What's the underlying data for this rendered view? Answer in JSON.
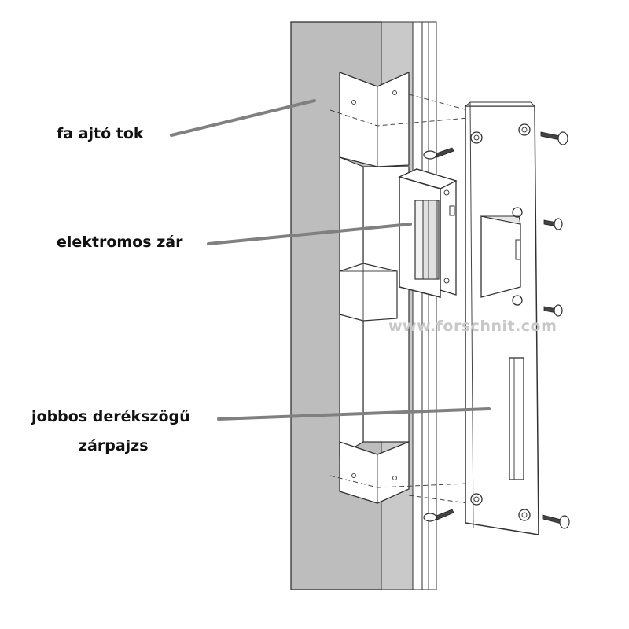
{
  "labels": {
    "frame": "fa ajtó tok",
    "lock": "elektromos zár",
    "strike_line1": "jobbos derékszögű",
    "strike_line2": "zárpajzs"
  },
  "watermark": "www.forschnit.com",
  "colors": {
    "frame_fill": "#bdbdbd",
    "leader_line": "#808080",
    "outline": "#333333",
    "watermark": "#c8c8c8"
  }
}
